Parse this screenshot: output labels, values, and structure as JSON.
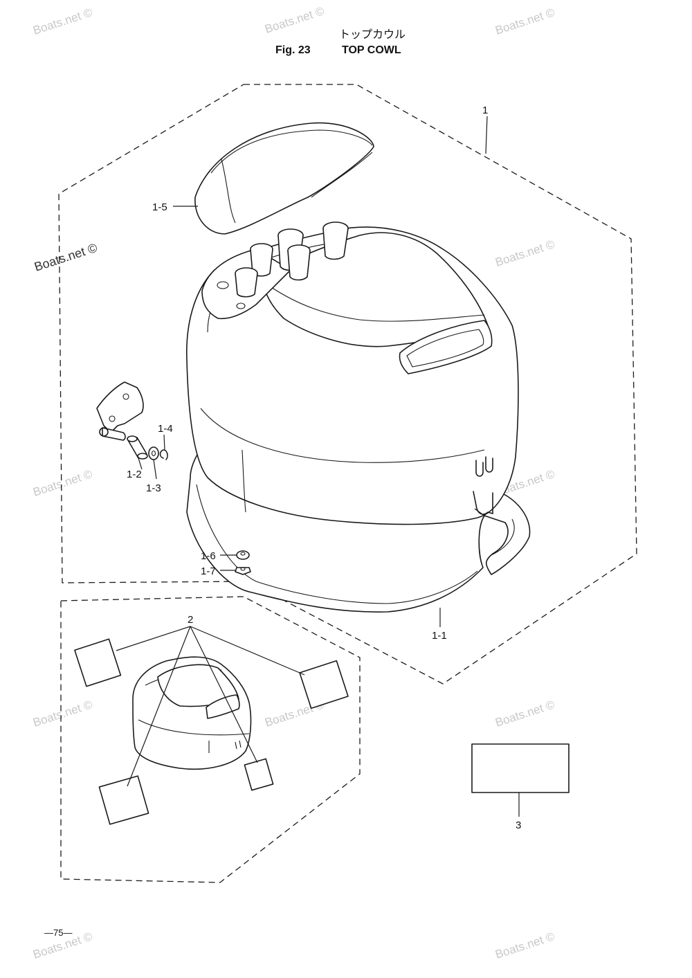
{
  "title": {
    "japanese": "トップカウル",
    "figure": "Fig. 23",
    "english": "TOP COWL"
  },
  "callouts": {
    "c1": "1",
    "c1_5": "1-5",
    "c1_4": "1-4",
    "c1_2": "1-2",
    "c1_3": "1-3",
    "c1_6": "1-6",
    "c1_7": "1-7",
    "c1_1": "1-1",
    "c2": "2",
    "c3": "3"
  },
  "watermark": {
    "text": "Boats.net ©"
  },
  "page_number": "—75—"
}
